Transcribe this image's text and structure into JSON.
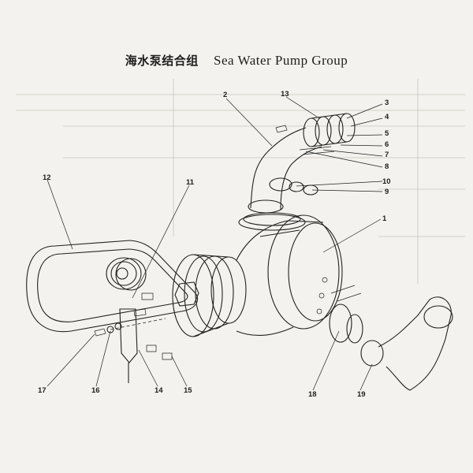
{
  "title": {
    "chinese": "海水泵结合组",
    "english": "Sea Water Pump Group"
  },
  "callouts": [
    "1",
    "2",
    "3",
    "4",
    "5",
    "6",
    "7",
    "8",
    "9",
    "10",
    "11",
    "12",
    "13",
    "14",
    "15",
    "16",
    "17",
    "18",
    "19"
  ],
  "colors": {
    "ink": "#1e1e1e",
    "paper": "#f4f2ee"
  }
}
